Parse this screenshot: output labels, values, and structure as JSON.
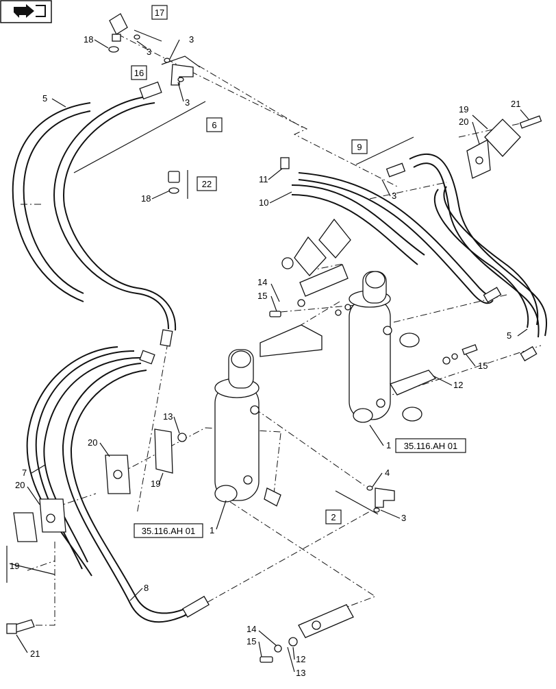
{
  "diagram": {
    "icon": "book-arrow-icon",
    "callouts": [
      {
        "id": "c17",
        "text": "17",
        "boxed": true
      },
      {
        "id": "c18a",
        "text": "18"
      },
      {
        "id": "c3a",
        "text": "3"
      },
      {
        "id": "c3b",
        "text": "3"
      },
      {
        "id": "c16",
        "text": "16",
        "boxed": true
      },
      {
        "id": "c3c",
        "text": "3"
      },
      {
        "id": "c5a",
        "text": "5"
      },
      {
        "id": "c6",
        "text": "6",
        "boxed": true
      },
      {
        "id": "c22",
        "text": "22",
        "boxed": true
      },
      {
        "id": "c18b",
        "text": "18"
      },
      {
        "id": "c19a",
        "text": "19"
      },
      {
        "id": "c20a",
        "text": "20"
      },
      {
        "id": "c21a",
        "text": "21"
      },
      {
        "id": "c9",
        "text": "9",
        "boxed": true
      },
      {
        "id": "c11",
        "text": "11"
      },
      {
        "id": "c10",
        "text": "10"
      },
      {
        "id": "c3d",
        "text": "3"
      },
      {
        "id": "c14a",
        "text": "14"
      },
      {
        "id": "c15a",
        "text": "15"
      },
      {
        "id": "c5b",
        "text": "5"
      },
      {
        "id": "c15b",
        "text": "15"
      },
      {
        "id": "c12a",
        "text": "12"
      },
      {
        "id": "c1a",
        "text": "1"
      },
      {
        "id": "ref1",
        "text": "35.116.AH 01",
        "boxed": true
      },
      {
        "id": "c13a",
        "text": "13"
      },
      {
        "id": "c20b",
        "text": "20"
      },
      {
        "id": "c19b",
        "text": "19"
      },
      {
        "id": "c7",
        "text": "7"
      },
      {
        "id": "c20c",
        "text": "20"
      },
      {
        "id": "c4",
        "text": "4"
      },
      {
        "id": "c2",
        "text": "2",
        "boxed": true
      },
      {
        "id": "c3e",
        "text": "3"
      },
      {
        "id": "ref2",
        "text": "35.116.AH 01",
        "boxed": true
      },
      {
        "id": "c1b",
        "text": "1"
      },
      {
        "id": "c19c",
        "text": "19"
      },
      {
        "id": "c8",
        "text": "8"
      },
      {
        "id": "c14b",
        "text": "14"
      },
      {
        "id": "c15c",
        "text": "15"
      },
      {
        "id": "c12b",
        "text": "12"
      },
      {
        "id": "c13b",
        "text": "13"
      },
      {
        "id": "c21b",
        "text": "21"
      }
    ]
  }
}
